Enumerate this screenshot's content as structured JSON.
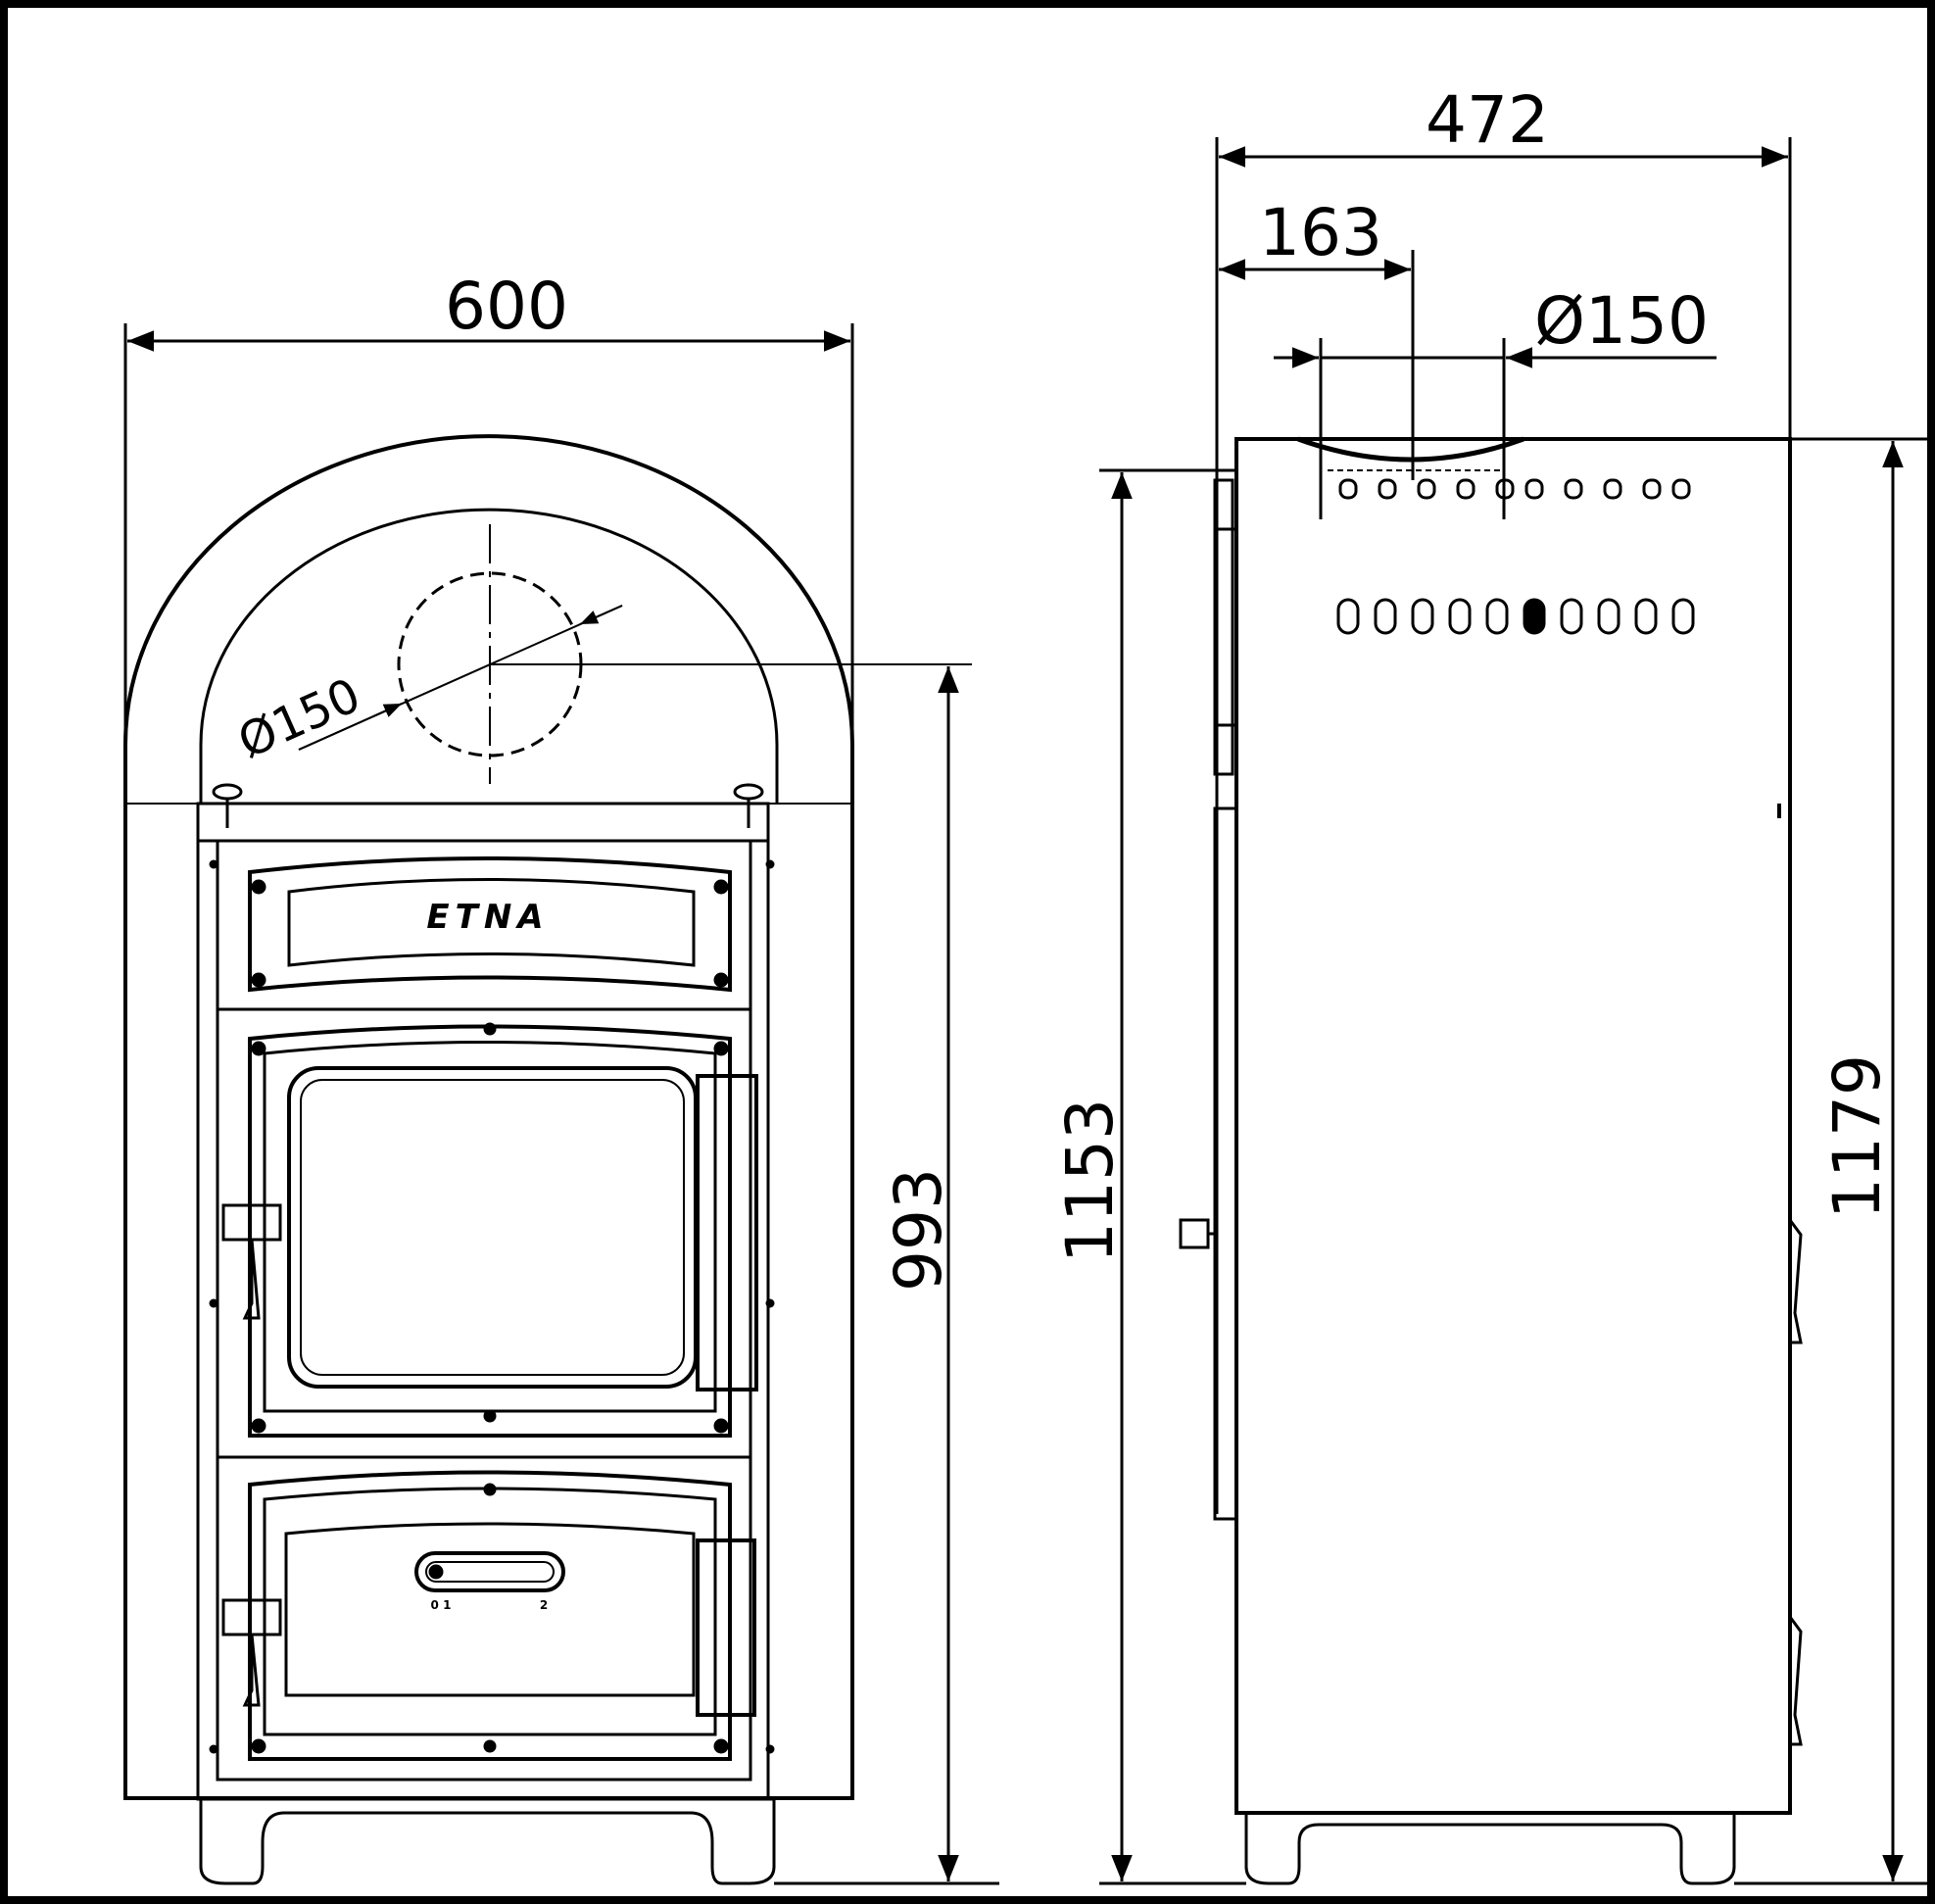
{
  "front_view": {
    "width_label": "600",
    "flue_diameter_label": "Ø150",
    "flue_height_label": "993",
    "brand": "ETNA",
    "ash_vent_marks": [
      "0 1",
      "2"
    ]
  },
  "side_view": {
    "depth_label": "472",
    "flue_offset_label": "163",
    "flue_diameter_label": "Ø150",
    "body_height_label": "1153",
    "total_height_label": "1179"
  }
}
